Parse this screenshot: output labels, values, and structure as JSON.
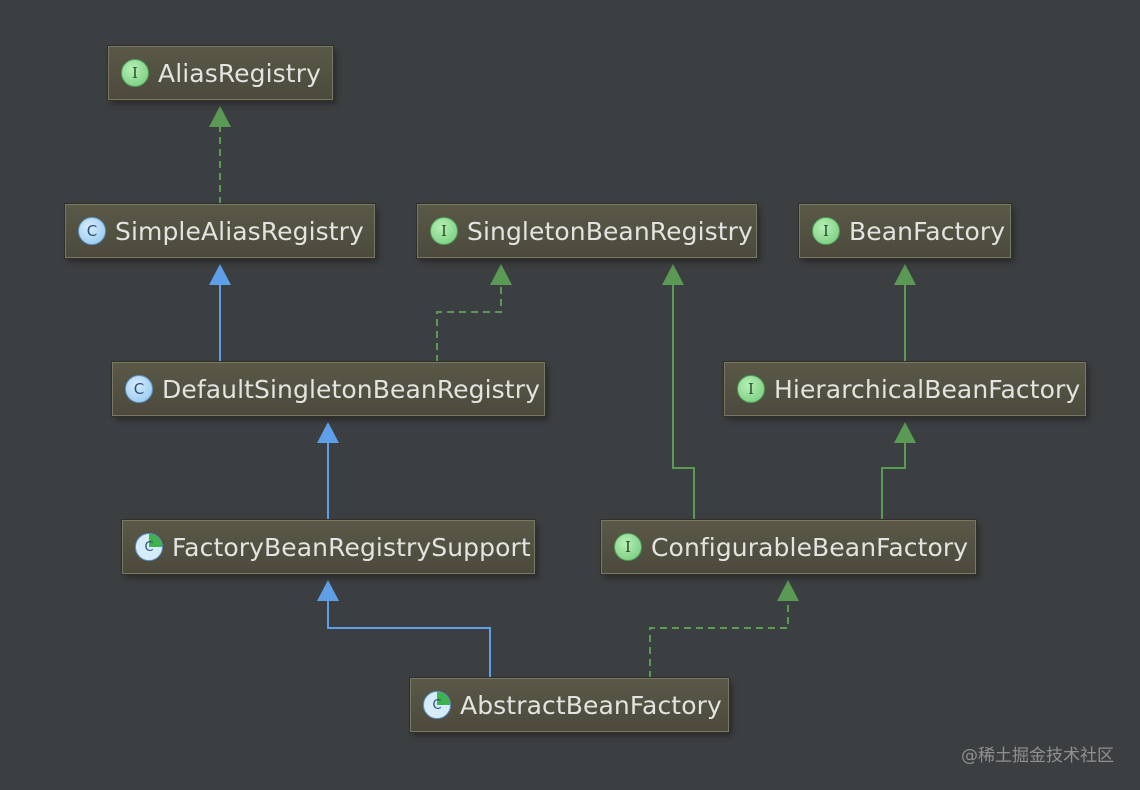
{
  "nodes": [
    {
      "id": "alias-registry",
      "name": "AliasRegistry",
      "kind": "interface",
      "badge": "I"
    },
    {
      "id": "simple-alias-registry",
      "name": "SimpleAliasRegistry",
      "kind": "class",
      "badge": "C"
    },
    {
      "id": "singleton-bean-registry",
      "name": "SingletonBeanRegistry",
      "kind": "interface",
      "badge": "I"
    },
    {
      "id": "bean-factory",
      "name": "BeanFactory",
      "kind": "interface",
      "badge": "I"
    },
    {
      "id": "default-singleton-bean-registry",
      "name": "DefaultSingletonBeanRegistry",
      "kind": "class",
      "badge": "C"
    },
    {
      "id": "hierarchical-bean-factory",
      "name": "HierarchicalBeanFactory",
      "kind": "interface",
      "badge": "I"
    },
    {
      "id": "factory-bean-registry-support",
      "name": "FactoryBeanRegistrySupport",
      "kind": "abstract",
      "badge": "C"
    },
    {
      "id": "configurable-bean-factory",
      "name": "ConfigurableBeanFactory",
      "kind": "interface",
      "badge": "I"
    },
    {
      "id": "abstract-bean-factory",
      "name": "AbstractBeanFactory",
      "kind": "abstract",
      "badge": "C"
    }
  ],
  "edges": [
    {
      "from": "simple-alias-registry",
      "to": "alias-registry",
      "type": "implements"
    },
    {
      "from": "default-singleton-bean-registry",
      "to": "simple-alias-registry",
      "type": "extends"
    },
    {
      "from": "default-singleton-bean-registry",
      "to": "singleton-bean-registry",
      "type": "implements"
    },
    {
      "from": "hierarchical-bean-factory",
      "to": "bean-factory",
      "type": "interface-extends"
    },
    {
      "from": "factory-bean-registry-support",
      "to": "default-singleton-bean-registry",
      "type": "extends"
    },
    {
      "from": "configurable-bean-factory",
      "to": "singleton-bean-registry",
      "type": "interface-extends"
    },
    {
      "from": "configurable-bean-factory",
      "to": "hierarchical-bean-factory",
      "type": "interface-extends"
    },
    {
      "from": "abstract-bean-factory",
      "to": "factory-bean-registry-support",
      "type": "extends"
    },
    {
      "from": "abstract-bean-factory",
      "to": "configurable-bean-factory",
      "type": "implements"
    }
  ],
  "colors": {
    "background": "#3c3f41",
    "extends": "#5f9fe8",
    "implements": "#5a9a55",
    "interface-extends": "#5a9a55"
  },
  "watermark": "@稀土掘金技术社区"
}
